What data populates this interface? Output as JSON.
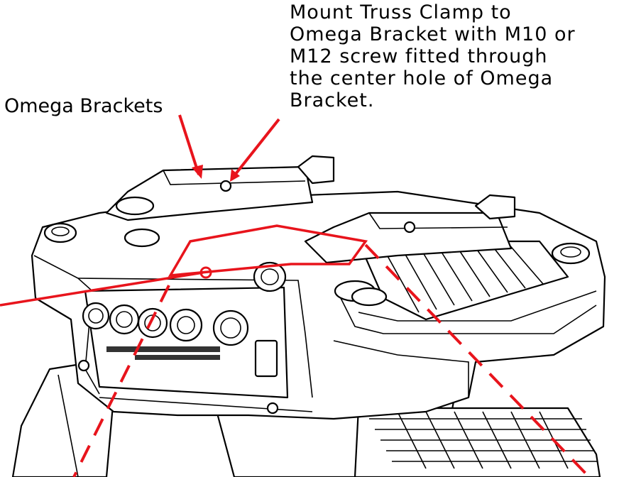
{
  "labels": {
    "omega_brackets": "Omega Brackets",
    "mount_instruction_lines": [
      "Mount Truss Clamp to",
      "Omega Bracket with M10 or",
      "M12 screw fitted through",
      "the center hole of Omega",
      "Bracket."
    ]
  },
  "colors": {
    "annotation": "#e8141c",
    "line_art": "#000000",
    "background": "#ffffff"
  }
}
